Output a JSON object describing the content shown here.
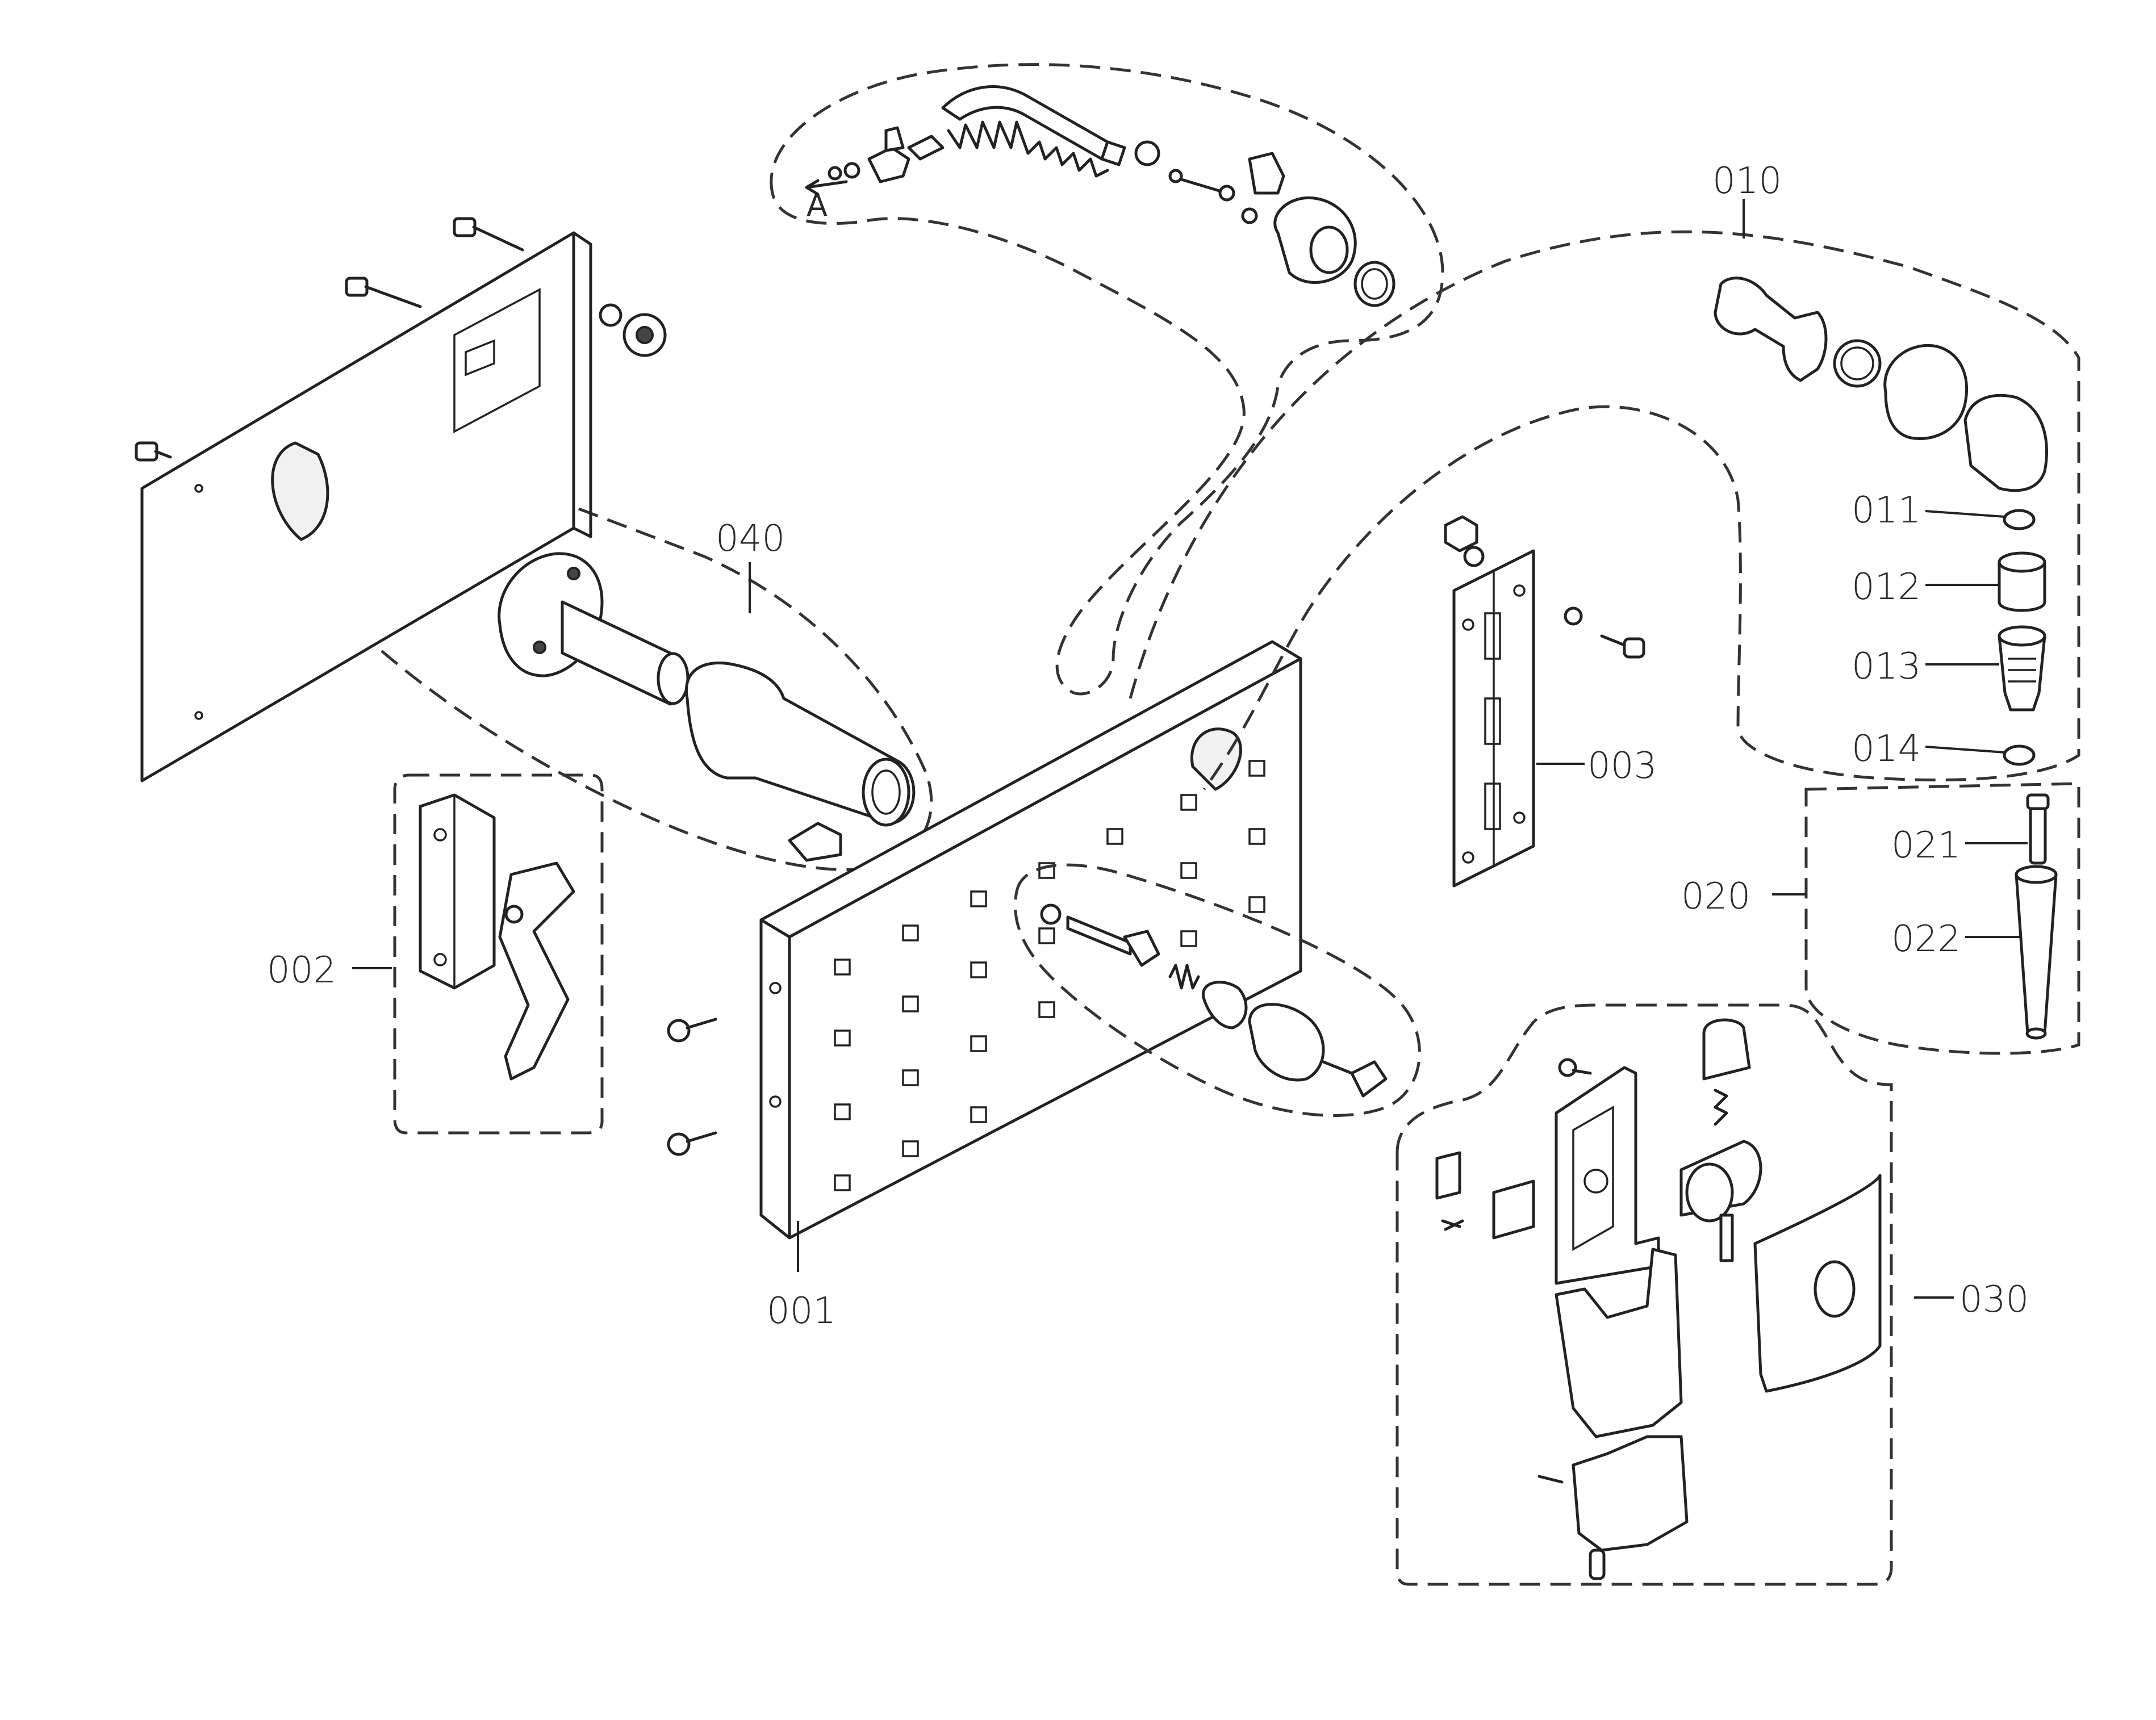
{
  "labels": {
    "l001": "001",
    "l002": "002",
    "l003": "003",
    "l010": "010",
    "l011": "011",
    "l012": "012",
    "l013": "013",
    "l014": "014",
    "l020": "020",
    "l021": "021",
    "l022": "022",
    "l030": "030",
    "l040": "040",
    "detailA": "A"
  }
}
